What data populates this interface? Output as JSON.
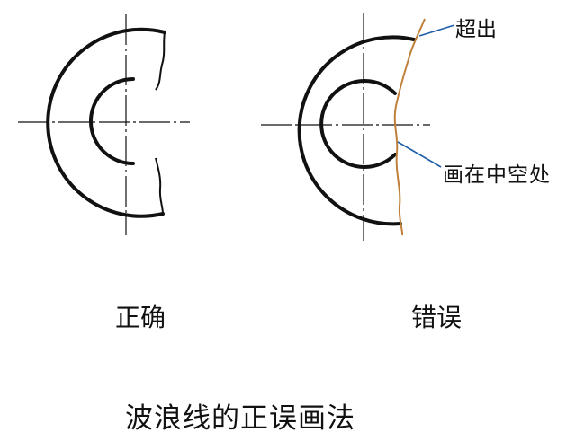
{
  "labels": {
    "correct": "正确",
    "wrong": "错误",
    "title": "波浪线的正误画法"
  },
  "annotations": {
    "over": "超出",
    "hollow": "画在中空处"
  },
  "colors": {
    "outline": "#111111",
    "wave_line": "#c0803a",
    "leader": "#1f5fa8"
  }
}
